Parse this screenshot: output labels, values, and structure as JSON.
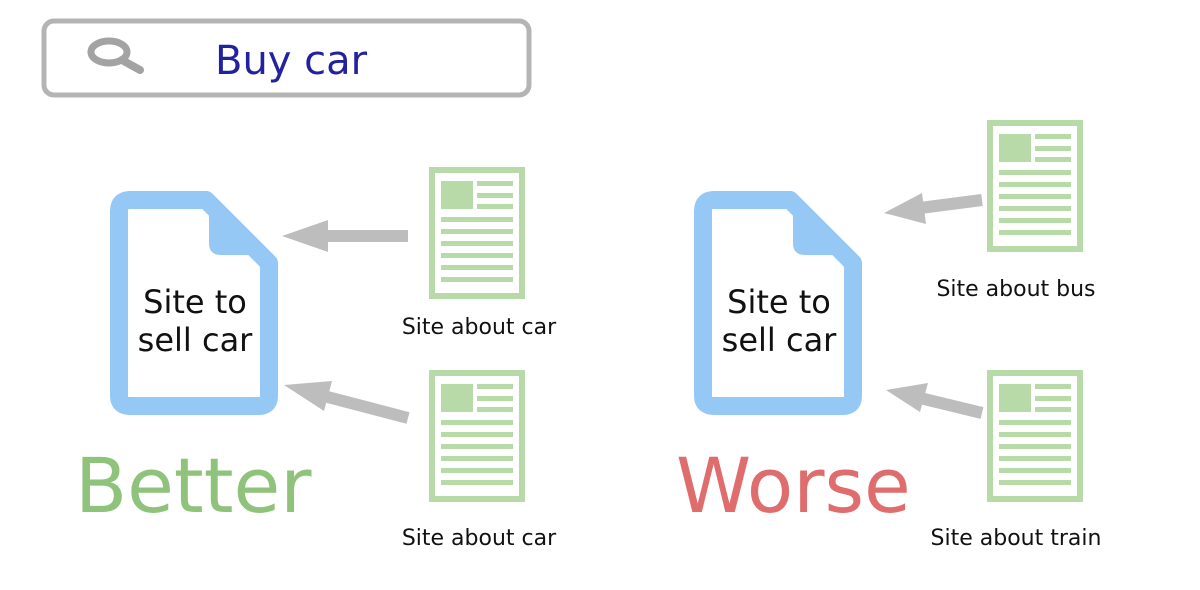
{
  "search": {
    "query": "Buy car"
  },
  "left": {
    "target_label_line1": "Site to",
    "target_label_line2": "sell car",
    "verdict": "Better",
    "link_top_label": "Site about car",
    "link_bottom_label": "Site about car"
  },
  "right": {
    "target_label_line1": "Site to",
    "target_label_line2": "sell car",
    "verdict": "Worse",
    "link_top_label": "Site about bus",
    "link_bottom_label": "Site about train"
  },
  "colors": {
    "search_border": "#b4b4b4",
    "search_icon": "#a3a3a3",
    "search_text": "#2222a0",
    "doc_blue": "#95c8f5",
    "page_green": "#b8d9a8",
    "arrow_grey": "#bdbdbd",
    "better_green": "#8fc27a",
    "worse_red": "#e06d6d",
    "label_text": "#111111"
  },
  "icons": {
    "search": "magnifier-icon",
    "target": "document-icon",
    "source": "webpage-icon"
  }
}
